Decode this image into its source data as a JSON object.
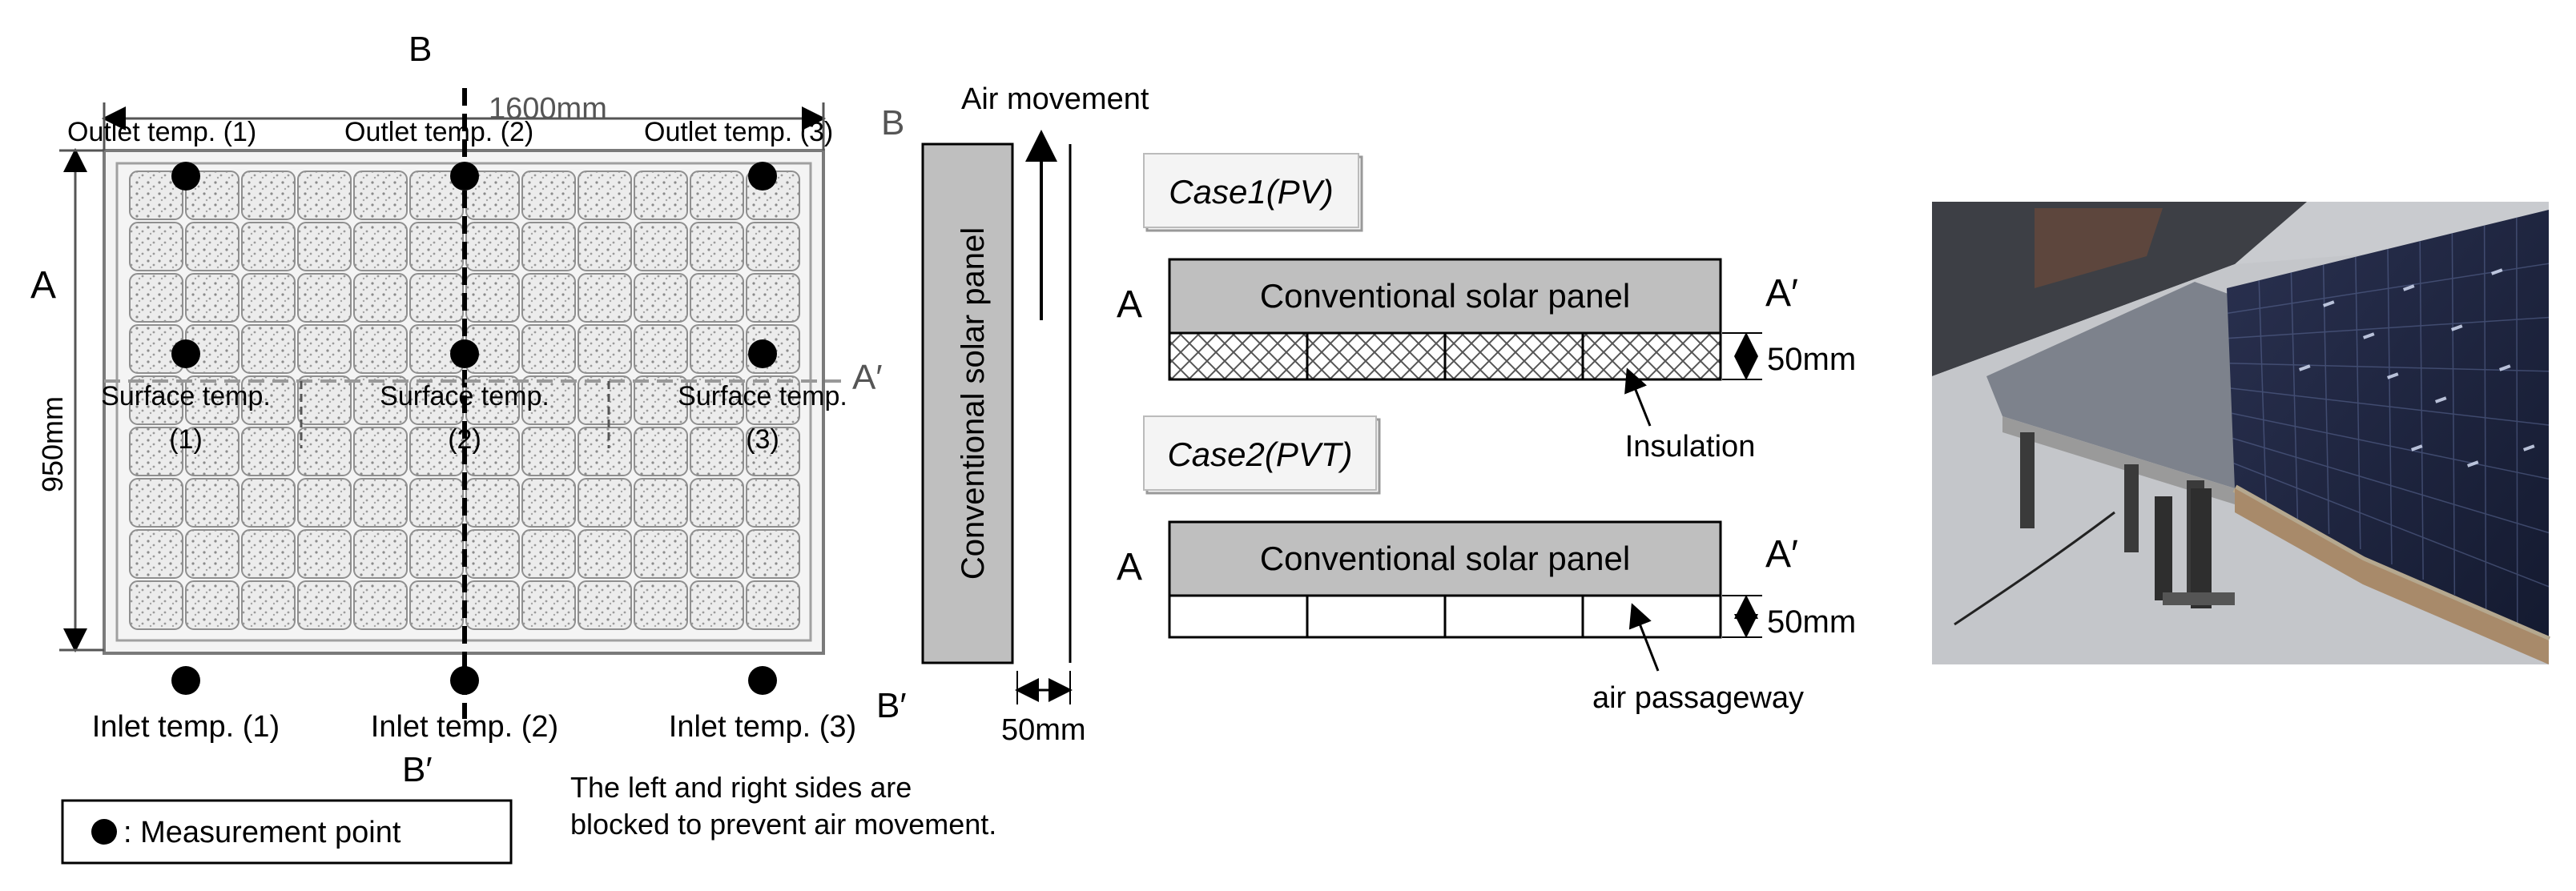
{
  "panel_top": {
    "section_B": "B",
    "section_B_prime": "B′",
    "section_A": "A",
    "section_A_prime": "A′",
    "width_dim": "1600mm",
    "height_dim": "950mm",
    "outlets": [
      "Outlet temp.  (1)",
      "Outlet temp.  (2)",
      "Outlet temp.  (3)"
    ],
    "surfaces": [
      "Surface temp.",
      "Surface temp.",
      "Surface temp."
    ],
    "surface_idx": [
      "(1)",
      "(2)",
      "(3)"
    ],
    "inlets": [
      "Inlet temp. (1)",
      "Inlet temp. (2)",
      "Inlet temp. (3)"
    ],
    "legend": ": Measurement  point"
  },
  "section_b": {
    "label_B": "B",
    "label_B_prime": "B′",
    "panel_label": "Conventional solar panel",
    "air_movement": "Air movement",
    "gap_dim": "50mm"
  },
  "note": [
    "The left and right sides are",
    "blocked to prevent air movement."
  ],
  "case1": {
    "title": "Case1(PV)",
    "label_A": "A",
    "label_A_prime": "A′",
    "panel_label": "Conventional solar panel",
    "dim": "50mm",
    "callout": "Insulation"
  },
  "case2": {
    "title": "Case2(PVT)",
    "label_A": "A",
    "label_A_prime": "A′",
    "panel_label": "Conventional solar panel",
    "dim": "50mm",
    "callout": "air passageway"
  },
  "colors": {
    "panel_fill": "#bfbfbf",
    "cell_fill": "#e9e9e9",
    "photo_sky": "#3d3f45",
    "photo_roof": "#c9cbcf",
    "photo_panel": "#1c2238"
  }
}
